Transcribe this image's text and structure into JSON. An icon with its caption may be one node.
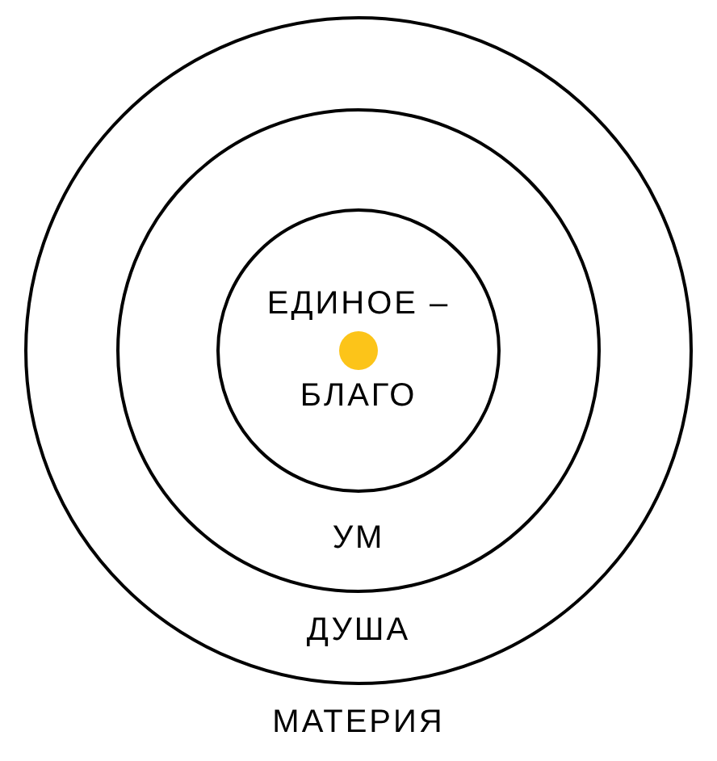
{
  "diagram": {
    "nodes": [
      {
        "text": [
          "ДУША"
        ]
      },
      {
        "text": [
          "УМ"
        ],
        "in": 0
      },
      {
        "text": [
          "ЕДИНОЕ –",
          "БЛАГО"
        ],
        "in": 1
      },
      {
        "text": [],
        "shape": "circle",
        "in": 2
      }
    ],
    "edges": [],
    "labels": [
      "МАТЕРИЯ"
    ]
  }
}
